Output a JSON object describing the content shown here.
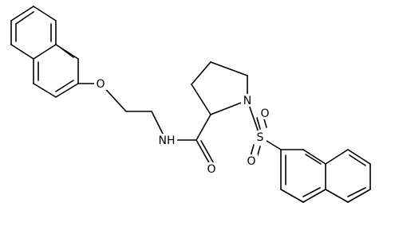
{
  "atoms": {
    "ether_o": "O",
    "amide_n": "NH",
    "amide_o": "O",
    "ring_n": "N",
    "sulfur": "S",
    "sulfonyl_o_top": "O",
    "sulfonyl_o_bottom": "O"
  },
  "colors": {
    "bond": "#000000",
    "label": "#000000",
    "background": "#ffffff"
  }
}
